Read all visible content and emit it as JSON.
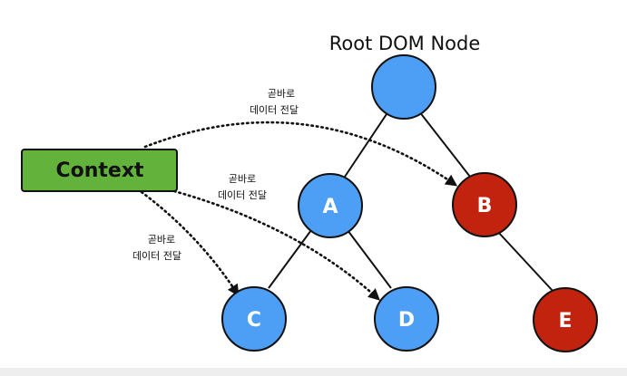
{
  "diagram": {
    "root_label": "Root DOM Node",
    "context_label": "Context",
    "nodes": {
      "A": "A",
      "B": "B",
      "C": "C",
      "D": "D",
      "E": "E"
    },
    "notes": {
      "top_line1": "곧바로",
      "top_line2": "데이터 전달",
      "mid_line1": "곧바로",
      "mid_line2": "데이터 전달",
      "left_line1": "곧바로",
      "left_line2": "데이터 전달"
    },
    "colors": {
      "normal_node": "#4c9ff5",
      "highlighted_node": "#c1230f",
      "context_box": "#62b23c",
      "edge": "#111111"
    }
  }
}
